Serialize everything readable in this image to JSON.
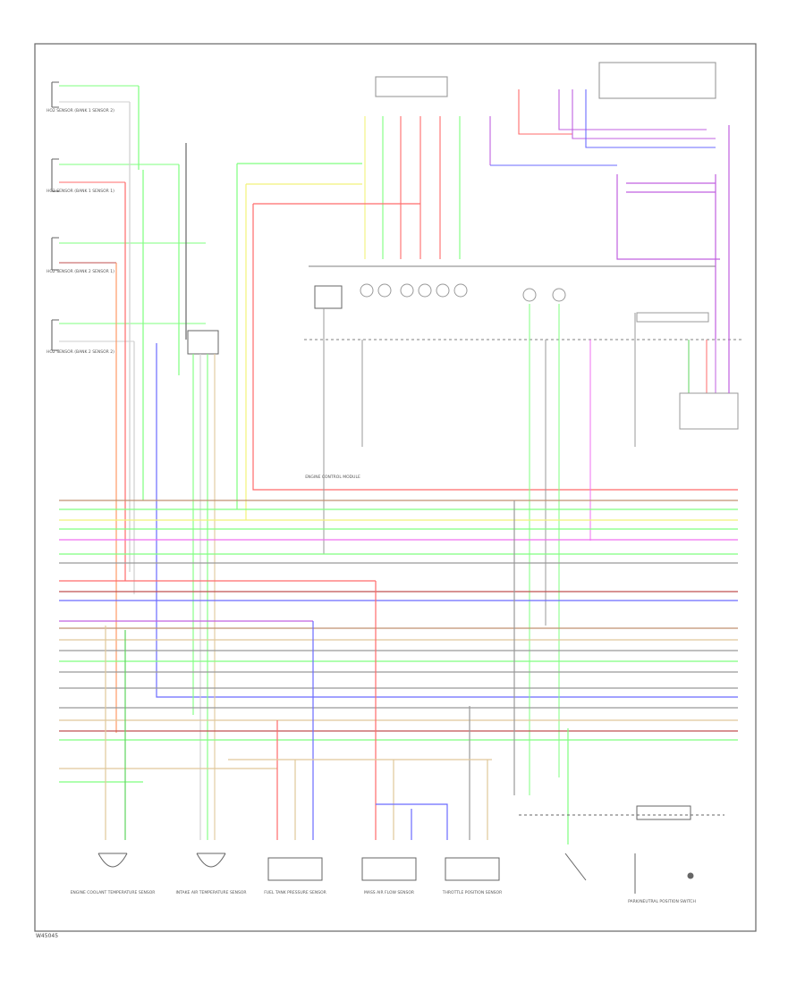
{
  "colors": {
    "frame": "#666666",
    "lt_grn": "#7fff7f",
    "red": "#ff6b6b",
    "org": "#ff9966",
    "yel": "#f2f27a",
    "grn": "#5fd45f",
    "tan": "#e0c89a",
    "blu": "#6b6bff",
    "vio": "#c060e0",
    "pnk": "#f070f0",
    "brn": "#c09070",
    "blk": "#6e6e6e",
    "wht": "#cfcfcf",
    "dk_red": "#c05050"
  },
  "labels": {
    "footer_code": "W45045",
    "engine_control_module": "ENGINE CONTROL MODULE",
    "left_sensors": [
      "HO2 SENSOR (BANK 1 SENSOR 2)",
      "HO2 SENSOR (BANK 1 SENSOR 1)",
      "HO2 SENSOR (BANK 2 SENSOR 1)",
      "HO2 SENSOR (BANK 2 SENSOR 2)"
    ],
    "bottom_components": [
      "ENGINE COOLANT TEMPERATURE SENSOR",
      "INTAKE AIR TEMPERATURE SENSOR",
      "FUEL TANK PRESSURE SENSOR",
      "MASS AIR FLOW SENSOR",
      "THROTTLE POSITION SENSOR",
      "PARK/NEUTRAL POSITION SWITCH"
    ]
  }
}
